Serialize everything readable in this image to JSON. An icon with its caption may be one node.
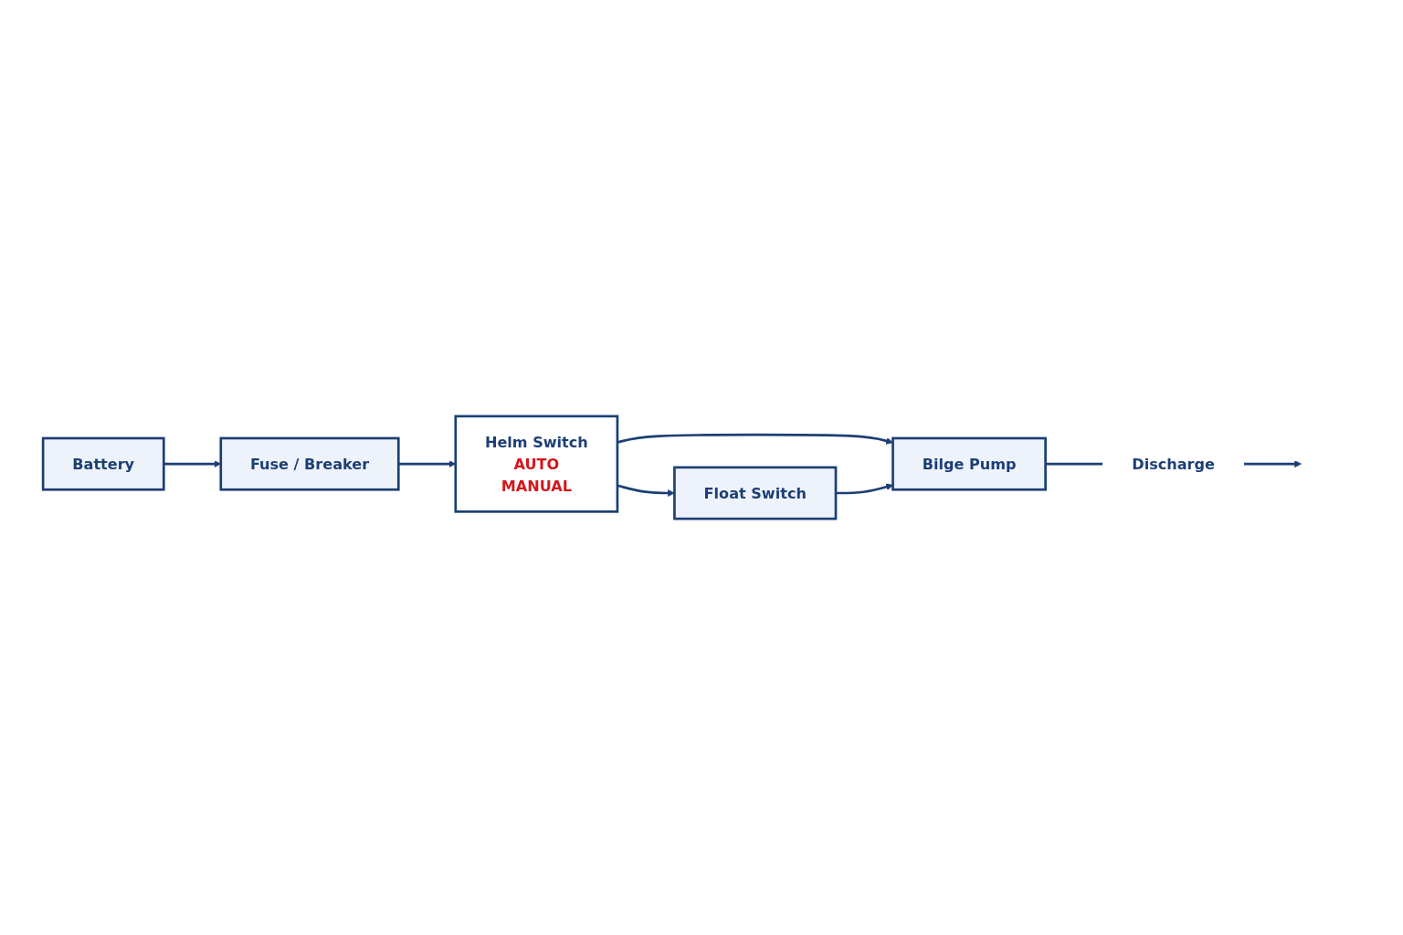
{
  "diagram": {
    "nodes": [
      {
        "text": [
          "Battery"
        ]
      },
      {
        "text": [
          "Fuse / Breaker"
        ]
      },
      {
        "text": [
          "Helm Switch",
          "AUTO",
          "MANUAL"
        ]
      },
      {
        "text": [
          "Float Switch"
        ]
      },
      {
        "text": [
          "Bilge Pump"
        ]
      },
      {
        "text": [
          "Discharge"
        ]
      }
    ],
    "edges": [
      {
        "from": 0,
        "to": 1,
        "arrow": "to"
      },
      {
        "from": 1,
        "to": 2,
        "arrow": "to"
      },
      {
        "from": 2,
        "to": 3,
        "arrow": "to"
      },
      {
        "from": 2,
        "to": 4,
        "arrow": "to"
      },
      {
        "from": 3,
        "to": 4,
        "arrow": "to"
      },
      {
        "from": 4,
        "to": 5,
        "arrow": "none"
      },
      {
        "from": 5,
        "to": null,
        "arrow": "to"
      }
    ]
  }
}
